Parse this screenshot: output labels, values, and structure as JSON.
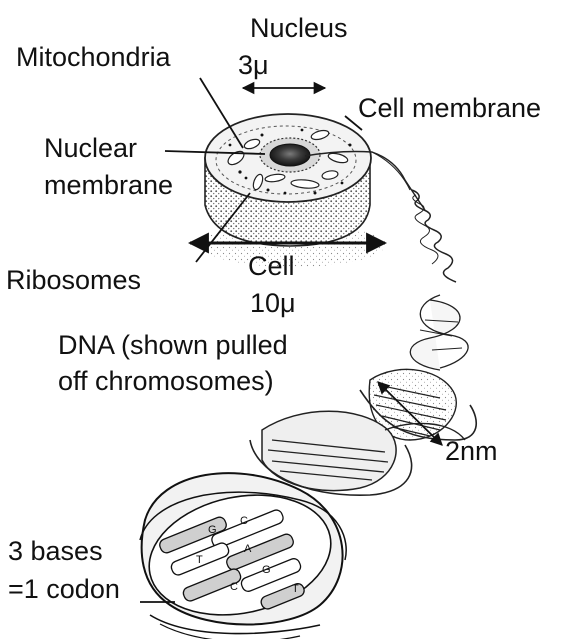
{
  "labels": {
    "nucleus": "Nucleus",
    "nucleus_size": "3μ",
    "mitochondria": "Mitochondria",
    "cell_membrane": "Cell membrane",
    "nuclear_line1": "Nuclear",
    "nuclear_line2": "membrane",
    "ribosomes": "Ribosomes",
    "cell": "Cell",
    "cell_size": "10μ",
    "dna_line1": "DNA (shown pulled",
    "dna_line2": "off chromosomes)",
    "dna_width": "2nm",
    "bases_line1": "3 bases",
    "bases_line2": "=1 codon"
  },
  "base_letters": [
    "G",
    "C",
    "A",
    "T",
    "G",
    "C",
    "T"
  ]
}
